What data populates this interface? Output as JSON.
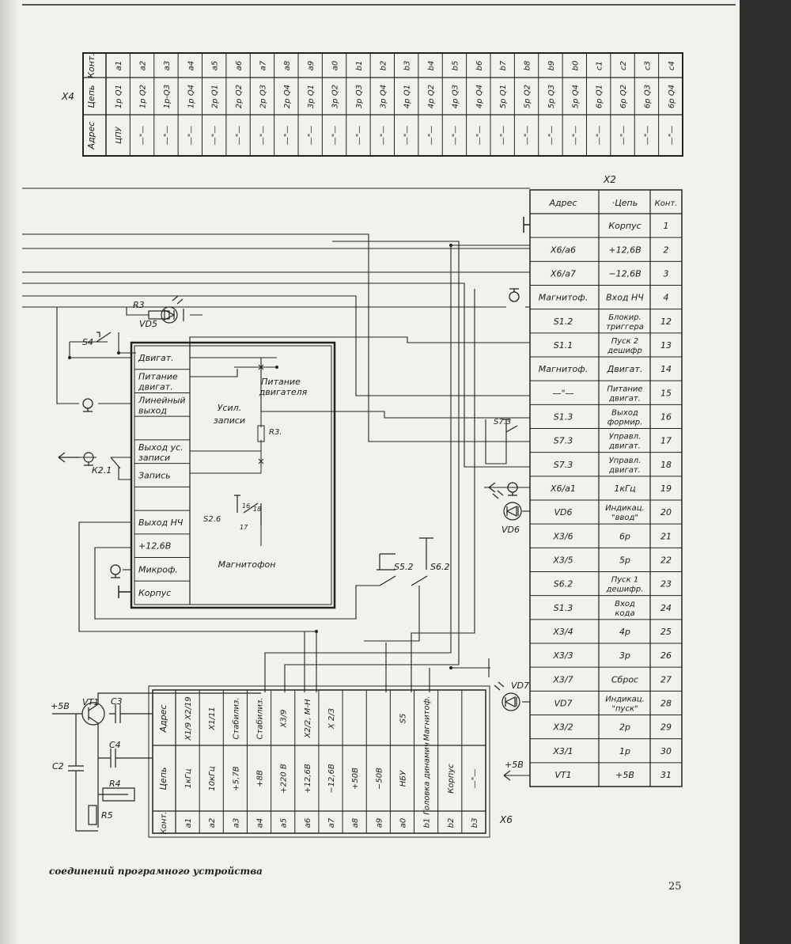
{
  "x4": {
    "label": "X4",
    "headers": [
      "Конт.",
      "Цепь",
      "Адрес"
    ],
    "kont": [
      "a1",
      "a2",
      "a3",
      "a4",
      "a5",
      "a6",
      "a7",
      "a8",
      "a9",
      "a0",
      "b1",
      "b2",
      "b3",
      "b4",
      "b5",
      "b6",
      "b7",
      "b8",
      "b9",
      "b0",
      "c1",
      "c2",
      "c3",
      "c4"
    ],
    "tsep": [
      "1p Q1",
      "1p Q2",
      "1p-Q3",
      "1p Q4",
      "2p Q1",
      "2p Q2",
      "2p Q3",
      "2p Q4",
      "3p Q1",
      "3p Q2",
      "3p Q3",
      "3p Q4",
      "4p Q1",
      "4p Q2",
      "4p Q3",
      "4p Q4",
      "5p Q1",
      "5p Q2",
      "5p Q3",
      "5p Q4",
      "6p Q1",
      "6p Q2",
      "6p Q3",
      "6p Q4"
    ],
    "adres": [
      "ЦПУ",
      "—\"—",
      "—\"—",
      "—\"—",
      "—\"—",
      "—\"—",
      "—\"—",
      "—\"—",
      "—\"—",
      "—\"—",
      "—\"—",
      "—\"—",
      "—\"—",
      "—\"—",
      "—\"—",
      "—\"—",
      "—\"—",
      "—\"—",
      "—\"—",
      "—\"—",
      "—\"—",
      "—\"—",
      "—\"—",
      "—\"—"
    ]
  },
  "x2": {
    "label": "X2",
    "headers": [
      "Адрес",
      "·Цепь",
      "Конт."
    ],
    "rows": [
      {
        "adres": "",
        "tsep": [
          "Корпус"
        ],
        "kont": "1"
      },
      {
        "adres": "X6/a6",
        "tsep": [
          "+12,6В"
        ],
        "kont": "2"
      },
      {
        "adres": "X6/a7",
        "tsep": [
          "−12,6В"
        ],
        "kont": "3"
      },
      {
        "adres": "Магнитоф.",
        "tsep": [
          "Вход НЧ"
        ],
        "kont": "4"
      },
      {
        "adres": "S1.2",
        "tsep": [
          "Блокир.",
          "триггера"
        ],
        "kont": "12"
      },
      {
        "adres": "S1.1",
        "tsep": [
          "Пуск 2",
          "дешифр"
        ],
        "kont": "13"
      },
      {
        "adres": "Магнитоф.",
        "tsep": [
          "Двигат."
        ],
        "kont": "14"
      },
      {
        "adres": "—\"—",
        "tsep": [
          "Питание",
          "двигат."
        ],
        "kont": "15"
      },
      {
        "adres": "S1.3",
        "tsep": [
          "Выход",
          "формир."
        ],
        "kont": "16"
      },
      {
        "adres": "S7.3",
        "tsep": [
          "Управл.",
          "двигат."
        ],
        "kont": "17"
      },
      {
        "adres": "S7.3",
        "tsep": [
          "Управл.",
          "двигат."
        ],
        "kont": "18"
      },
      {
        "adres": "X6/a1",
        "tsep": [
          "1кГц"
        ],
        "kont": "19"
      },
      {
        "adres": "VD6",
        "tsep": [
          "Индикац.",
          "\"ввод\""
        ],
        "kont": "20"
      },
      {
        "adres": "X3/6",
        "tsep": [
          "6р"
        ],
        "kont": "21"
      },
      {
        "adres": "X3/5",
        "tsep": [
          "5р"
        ],
        "kont": "22"
      },
      {
        "adres": "S6.2",
        "tsep": [
          "Пуск 1",
          "дешифр."
        ],
        "kont": "23"
      },
      {
        "adres": "S1.3",
        "tsep": [
          "Вход",
          "кода"
        ],
        "kont": "24"
      },
      {
        "adres": "X3/4",
        "tsep": [
          "4р"
        ],
        "kont": "25"
      },
      {
        "adres": "X3/3",
        "tsep": [
          "3р"
        ],
        "kont": "26"
      },
      {
        "adres": "X3/7",
        "tsep": [
          "Сброс"
        ],
        "kont": "27"
      },
      {
        "adres": "VD7",
        "tsep": [
          "Индикац.",
          "\"пуск\""
        ],
        "kont": "28"
      },
      {
        "adres": "X3/2",
        "tsep": [
          "2р"
        ],
        "kont": "29"
      },
      {
        "adres": "X3/1",
        "tsep": [
          "1р"
        ],
        "kont": "30"
      },
      {
        "adres": "VT1",
        "tsep": [
          "+5В"
        ],
        "kont": "31"
      }
    ]
  },
  "recorder": {
    "title": "Магнитофон",
    "rows": [
      [
        "Двигат."
      ],
      [
        "Питание",
        "двигат."
      ],
      [
        "Линейный",
        "выход"
      ],
      [
        ""
      ],
      [
        "Выход ус.",
        "записи"
      ],
      [
        "Запись"
      ],
      [
        ""
      ],
      [
        "Выход НЧ"
      ],
      [
        "+12,6В"
      ],
      [
        "Микроф."
      ],
      [
        "Корпус"
      ]
    ],
    "motor_power": [
      "Питание",
      "двигателя"
    ],
    "rec_amp": [
      "Усил.",
      "записи"
    ],
    "r3": "R3.",
    "s26": "S2.6",
    "s26_pins": [
      "16",
      "18",
      "17"
    ]
  },
  "x6": {
    "label": "X6",
    "headers": [
      "Адрес",
      "Цепь",
      "Конт."
    ],
    "columns": [
      {
        "adres": "X1/9 X2/19",
        "tsep": "1кГц",
        "kont": "a1"
      },
      {
        "adres": "X1/11",
        "tsep": "10кГц",
        "kont": "a2"
      },
      {
        "adres": "Стабилиз.",
        "tsep": "+5,7В",
        "kont": "a3"
      },
      {
        "adres": "Стабилиз.",
        "tsep": "+8В",
        "kont": "a4"
      },
      {
        "adres": "X3/9",
        "tsep": "+220 В",
        "kont": "a5"
      },
      {
        "adres": "X2/2, М-Н",
        "tsep": "+12,6В",
        "kont": "a6"
      },
      {
        "adres": "X 2/3",
        "tsep": "−12,6В",
        "kont": "a7"
      },
      {
        "adres": "",
        "tsep": "+50В",
        "kont": "a8"
      },
      {
        "adres": "",
        "tsep": "−50В",
        "kont": "a9"
      },
      {
        "adres": "S5",
        "tsep": "НБУ",
        "kont": "a0"
      },
      {
        "adres": "Магнитоф.",
        "tsep": "Головка динамич",
        "kont": "b1"
      },
      {
        "adres": "",
        "tsep": "Корпус",
        "kont": "b2"
      },
      {
        "adres": "",
        "tsep": "—\"—",
        "kont": "b3"
      }
    ]
  },
  "components": {
    "r3": "R3",
    "vd5": "VD5",
    "s4": "S4",
    "k21": "К2.1",
    "s73": "S7.3",
    "vd6": "VD6",
    "s52": "S5.2",
    "s62": "S6.2",
    "vd7": "VD7",
    "vt1": "VT1",
    "c3": "C3",
    "c4": "C4",
    "c2": "C2",
    "r4": "R4",
    "r5": "R5",
    "plus5_left": "+5В",
    "plus5_right": "+5В"
  },
  "caption": "соединений програмного устройства",
  "page_number": "25"
}
